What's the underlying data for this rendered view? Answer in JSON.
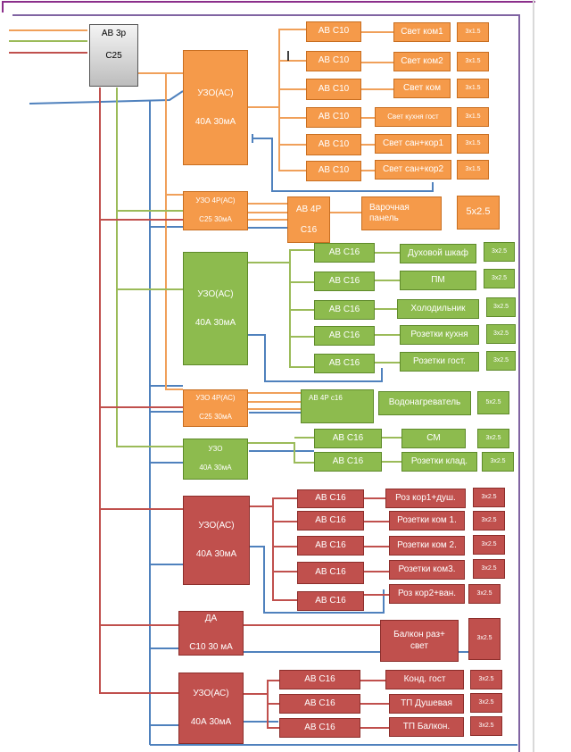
{
  "main_breaker": {
    "label": "АВ 3р\n\nС25"
  },
  "groups": [
    {
      "color": "orange",
      "rcd": "УЗО(АС)\n\n40А 30мА",
      "circuits": [
        {
          "breaker": "АВ С10",
          "load": "Свет ком1",
          "cable": "3х1.5"
        },
        {
          "breaker": "АВ С10",
          "load": "Свет ком2",
          "cable": "3х1.5"
        },
        {
          "breaker": "АВ С10",
          "load": "Свет ком",
          "cable": "3х1.5"
        },
        {
          "breaker": "АВ С10",
          "load": "Свет кухня гост",
          "cable": "3х1.5"
        },
        {
          "breaker": "АВ С10",
          "load": "Свет сан+кор1",
          "cable": "3х1.5"
        },
        {
          "breaker": "АВ С10",
          "load": "Свет сан+кор2",
          "cable": "3х1.5"
        }
      ]
    },
    {
      "color": "orange",
      "rcd": "УЗО 4Р(АС)\n\nС25 30мА",
      "circuits": [
        {
          "breaker": "АВ 4Р\n\nС16",
          "load": "Варочная\nпанель",
          "cable": "5х2.5"
        }
      ]
    },
    {
      "color": "green",
      "rcd": "УЗО(АС)\n\n40А 30мА",
      "circuits": [
        {
          "breaker": "АВ С16",
          "load": "Духовой шкаф",
          "cable": "3х2.5"
        },
        {
          "breaker": "АВ С16",
          "load": "ПМ",
          "cable": "3х2.5"
        },
        {
          "breaker": "АВ С16",
          "load": "Холодильник",
          "cable": "3х2.5"
        },
        {
          "breaker": "АВ С16",
          "load": "Розетки кухня",
          "cable": "3х2.5"
        },
        {
          "breaker": "АВ С16",
          "load": "Розетки гост.",
          "cable": "3х2.5"
        }
      ]
    },
    {
      "color": "orange",
      "rcd": "УЗО 4Р(АС)\n\nС25 30мА",
      "circuits": [
        {
          "breaker": "АВ 4Р с16",
          "load": "Водонагреватель",
          "cable": "5х2.5"
        }
      ]
    },
    {
      "color": "green",
      "rcd": "УЗО\n\n40А 30мА",
      "circuits": [
        {
          "breaker": "АВ С16",
          "load": "СМ",
          "cable": "3х2.5"
        },
        {
          "breaker": "АВ С16",
          "load": "Розетки клад.",
          "cable": "3х2.5"
        }
      ]
    },
    {
      "color": "red",
      "rcd": "УЗО(АС)\n\n40А 30мА",
      "circuits": [
        {
          "breaker": "АВ С16",
          "load": "Роз кор1+душ.",
          "cable": "3х2.5"
        },
        {
          "breaker": "АВ С16",
          "load": "Розетки ком 1.",
          "cable": "3х2.5"
        },
        {
          "breaker": "АВ С16",
          "load": "Розетки ком 2.",
          "cable": "3х2.5"
        },
        {
          "breaker": "АВ С16",
          "load": "Розетки ком3.",
          "cable": "3х2.5"
        },
        {
          "breaker": "АВ С16",
          "load": "Роз кор2+ван.",
          "cable": "3х2.5"
        }
      ]
    },
    {
      "color": "red",
      "rcd": "ДА\n\nС10 30 мА",
      "circuits": [
        {
          "breaker": "",
          "load": "Балкон раз+\nсвет",
          "cable": "3х2.5"
        }
      ]
    },
    {
      "color": "red",
      "rcd": "УЗО(АС)\n\n40А 30мА",
      "circuits": [
        {
          "breaker": "АВ С16",
          "load": "Конд. гост",
          "cable": "3х2.5"
        },
        {
          "breaker": "АВ С16",
          "load": "ТП Душевая",
          "cable": "3х2.5"
        },
        {
          "breaker": "АВ С16",
          "load": "ТП Балкон.",
          "cable": "3х2.5"
        }
      ]
    }
  ],
  "wire_colors": {
    "orange": "#f0a05a",
    "green": "#9bbb59",
    "red": "#c0504d",
    "blue": "#4f81bd",
    "purple": "#8064a2"
  }
}
